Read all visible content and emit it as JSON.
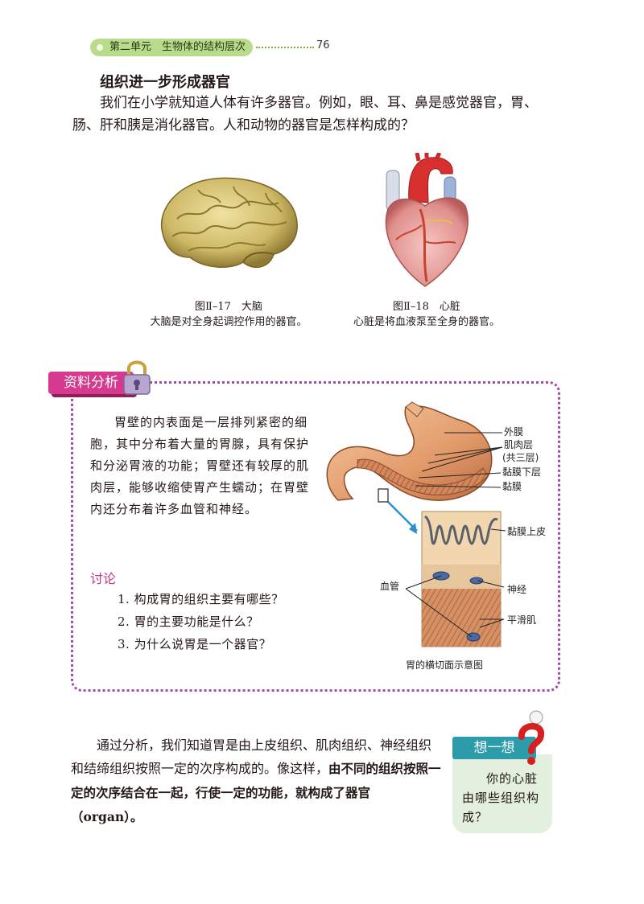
{
  "header": {
    "unit": "第二单元",
    "title": "生物体的结构层次",
    "page_number": "76"
  },
  "section_title": "组织进一步形成器官",
  "intro_paragraph": "我们在小学就知道人体有许多器官。例如，眼、耳、鼻是感觉器官，胃、肠、肝和胰是消化器官。人和动物的器官是怎样构成的？",
  "figures": {
    "brain": {
      "label": "图Ⅱ–17　大脑",
      "caption": "大脑是对全身起调控作用的器官。"
    },
    "heart": {
      "label": "图Ⅱ–18　心脏",
      "caption": "心脏是将血液泵至全身的器官。"
    }
  },
  "data_box": {
    "tag": "资料分析",
    "text": "胃壁的内表面是一层排列紧密的细胞，其中分布着大量的胃腺，具有保护和分泌胃液的功能；胃壁还有较厚的肌肉层，能够收缩使胃产生蠕动；在胃壁内还分布着许多血管和神经。",
    "discussion_title": "讨论",
    "questions": [
      "1. 构成胃的组织主要有哪些？",
      "2. 胃的主要功能是什么？",
      "3. 为什么说胃是一个器官？"
    ],
    "diagram": {
      "labels": {
        "outer": "外膜",
        "muscle": "肌肉层",
        "muscle_note": "(共三层)",
        "submucosa": "黏膜下层",
        "mucosa": "黏膜",
        "epithelium": "黏膜上皮",
        "vessel": "血管",
        "nerve": "神经",
        "smooth_muscle": "平滑肌"
      },
      "caption": "胃的横切面示意图"
    }
  },
  "conclusion": {
    "normal": "通过分析，我们知道胃是由上皮组织、肌肉组织、神经组织和结缔组织按照一定的次序构成的。像这样，",
    "bold": "由不同的组织按照一定的次序结合在一起，行使一定的功能，就构成了器官（",
    "term": "organ",
    "bold_end": "）。"
  },
  "think": {
    "title": "想一想",
    "text": "你的心脏由哪些组织构成？"
  },
  "colors": {
    "green_header": "#b9dc8c",
    "magenta": "#d63a8f",
    "teal": "#2c9cab",
    "dotted_border": "#a24aa8"
  }
}
